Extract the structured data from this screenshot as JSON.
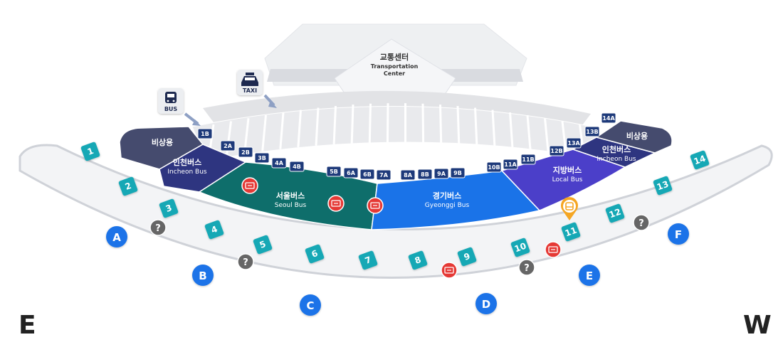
{
  "transport_center": {
    "title_ko": "교통센터",
    "title_en_1": "Transportation",
    "title_en_2": "Center"
  },
  "entry_signs": [
    {
      "label": "BUS",
      "icon": "bus-icon"
    },
    {
      "label": "TAXI",
      "icon": "taxi-icon"
    }
  ],
  "zones": [
    {
      "id": "emergency-east",
      "name": "비상용",
      "sub": "",
      "color": "#454b6e"
    },
    {
      "id": "incheon-bus-east",
      "name": "인천버스",
      "sub": "Incheon Bus",
      "color": "#2e3580"
    },
    {
      "id": "seoul-bus",
      "name": "서울버스",
      "sub": "Seoul Bus",
      "color": "#0e6e6b"
    },
    {
      "id": "gyeonggi-bus",
      "name": "경기버스",
      "sub": "Gyeonggi Bus",
      "color": "#1a73e8"
    },
    {
      "id": "local-bus",
      "name": "지방버스",
      "sub": "Local Bus",
      "color": "#4b3fc9"
    },
    {
      "id": "incheon-bus-west",
      "name": "인천버스",
      "sub": "Incheon Bus",
      "color": "#2e3580"
    },
    {
      "id": "emergency-west",
      "name": "비상용",
      "sub": "",
      "color": "#454b6e"
    }
  ],
  "bus_stops": [
    "1B",
    "2A",
    "2B",
    "3B",
    "4A",
    "4B",
    "5B",
    "6A",
    "6B",
    "7A",
    "8A",
    "8B",
    "9A",
    "9B",
    "10B",
    "11A",
    "11B",
    "12B",
    "13A",
    "13B",
    "14A"
  ],
  "gates": [
    "1",
    "2",
    "3",
    "4",
    "5",
    "6",
    "7",
    "8",
    "9",
    "10",
    "11",
    "12",
    "13",
    "14"
  ],
  "doors": [
    "A",
    "B",
    "C",
    "D",
    "E",
    "F"
  ],
  "directions": {
    "east": "E",
    "west": "W"
  },
  "colors": {
    "stop_badge": "#1e3a7a",
    "gate_badge": "#14a8b5",
    "door_circle": "#1a73e8",
    "ticket_icon": "#e53935",
    "info_icon": "#666666",
    "bus_marker": "#f5a623",
    "walkway": "#f3f4f6",
    "building": "#e7e8eb"
  },
  "icons": [
    "ticket-machine-icon",
    "information-icon",
    "bus-location-marker-icon"
  ]
}
